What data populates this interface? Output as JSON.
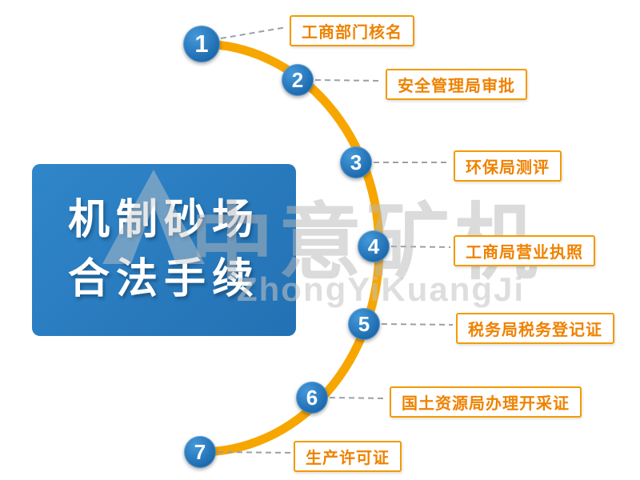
{
  "title": {
    "line1": "机制砂场",
    "line2": "合法手续"
  },
  "steps": [
    {
      "num": "1",
      "label": "工商部门核名"
    },
    {
      "num": "2",
      "label": "安全管理局审批"
    },
    {
      "num": "3",
      "label": "环保局测评"
    },
    {
      "num": "4",
      "label": "工商局营业执照"
    },
    {
      "num": "5",
      "label": "税务局税务登记证"
    },
    {
      "num": "6",
      "label": "国土资源局办理开采证"
    },
    {
      "num": "7",
      "label": "生产许可证"
    }
  ],
  "watermark": {
    "cn": "中意矿机",
    "en": "ZhongYiKuangJi"
  },
  "colors": {
    "arc_orange": "#f7a600",
    "label_border_orange": "#f39a00",
    "label_text_orange": "#ef8200",
    "panel_blue": "#2778bb",
    "circle_blue": "#1b67ac",
    "connector_gray": "#9aa0a6"
  }
}
